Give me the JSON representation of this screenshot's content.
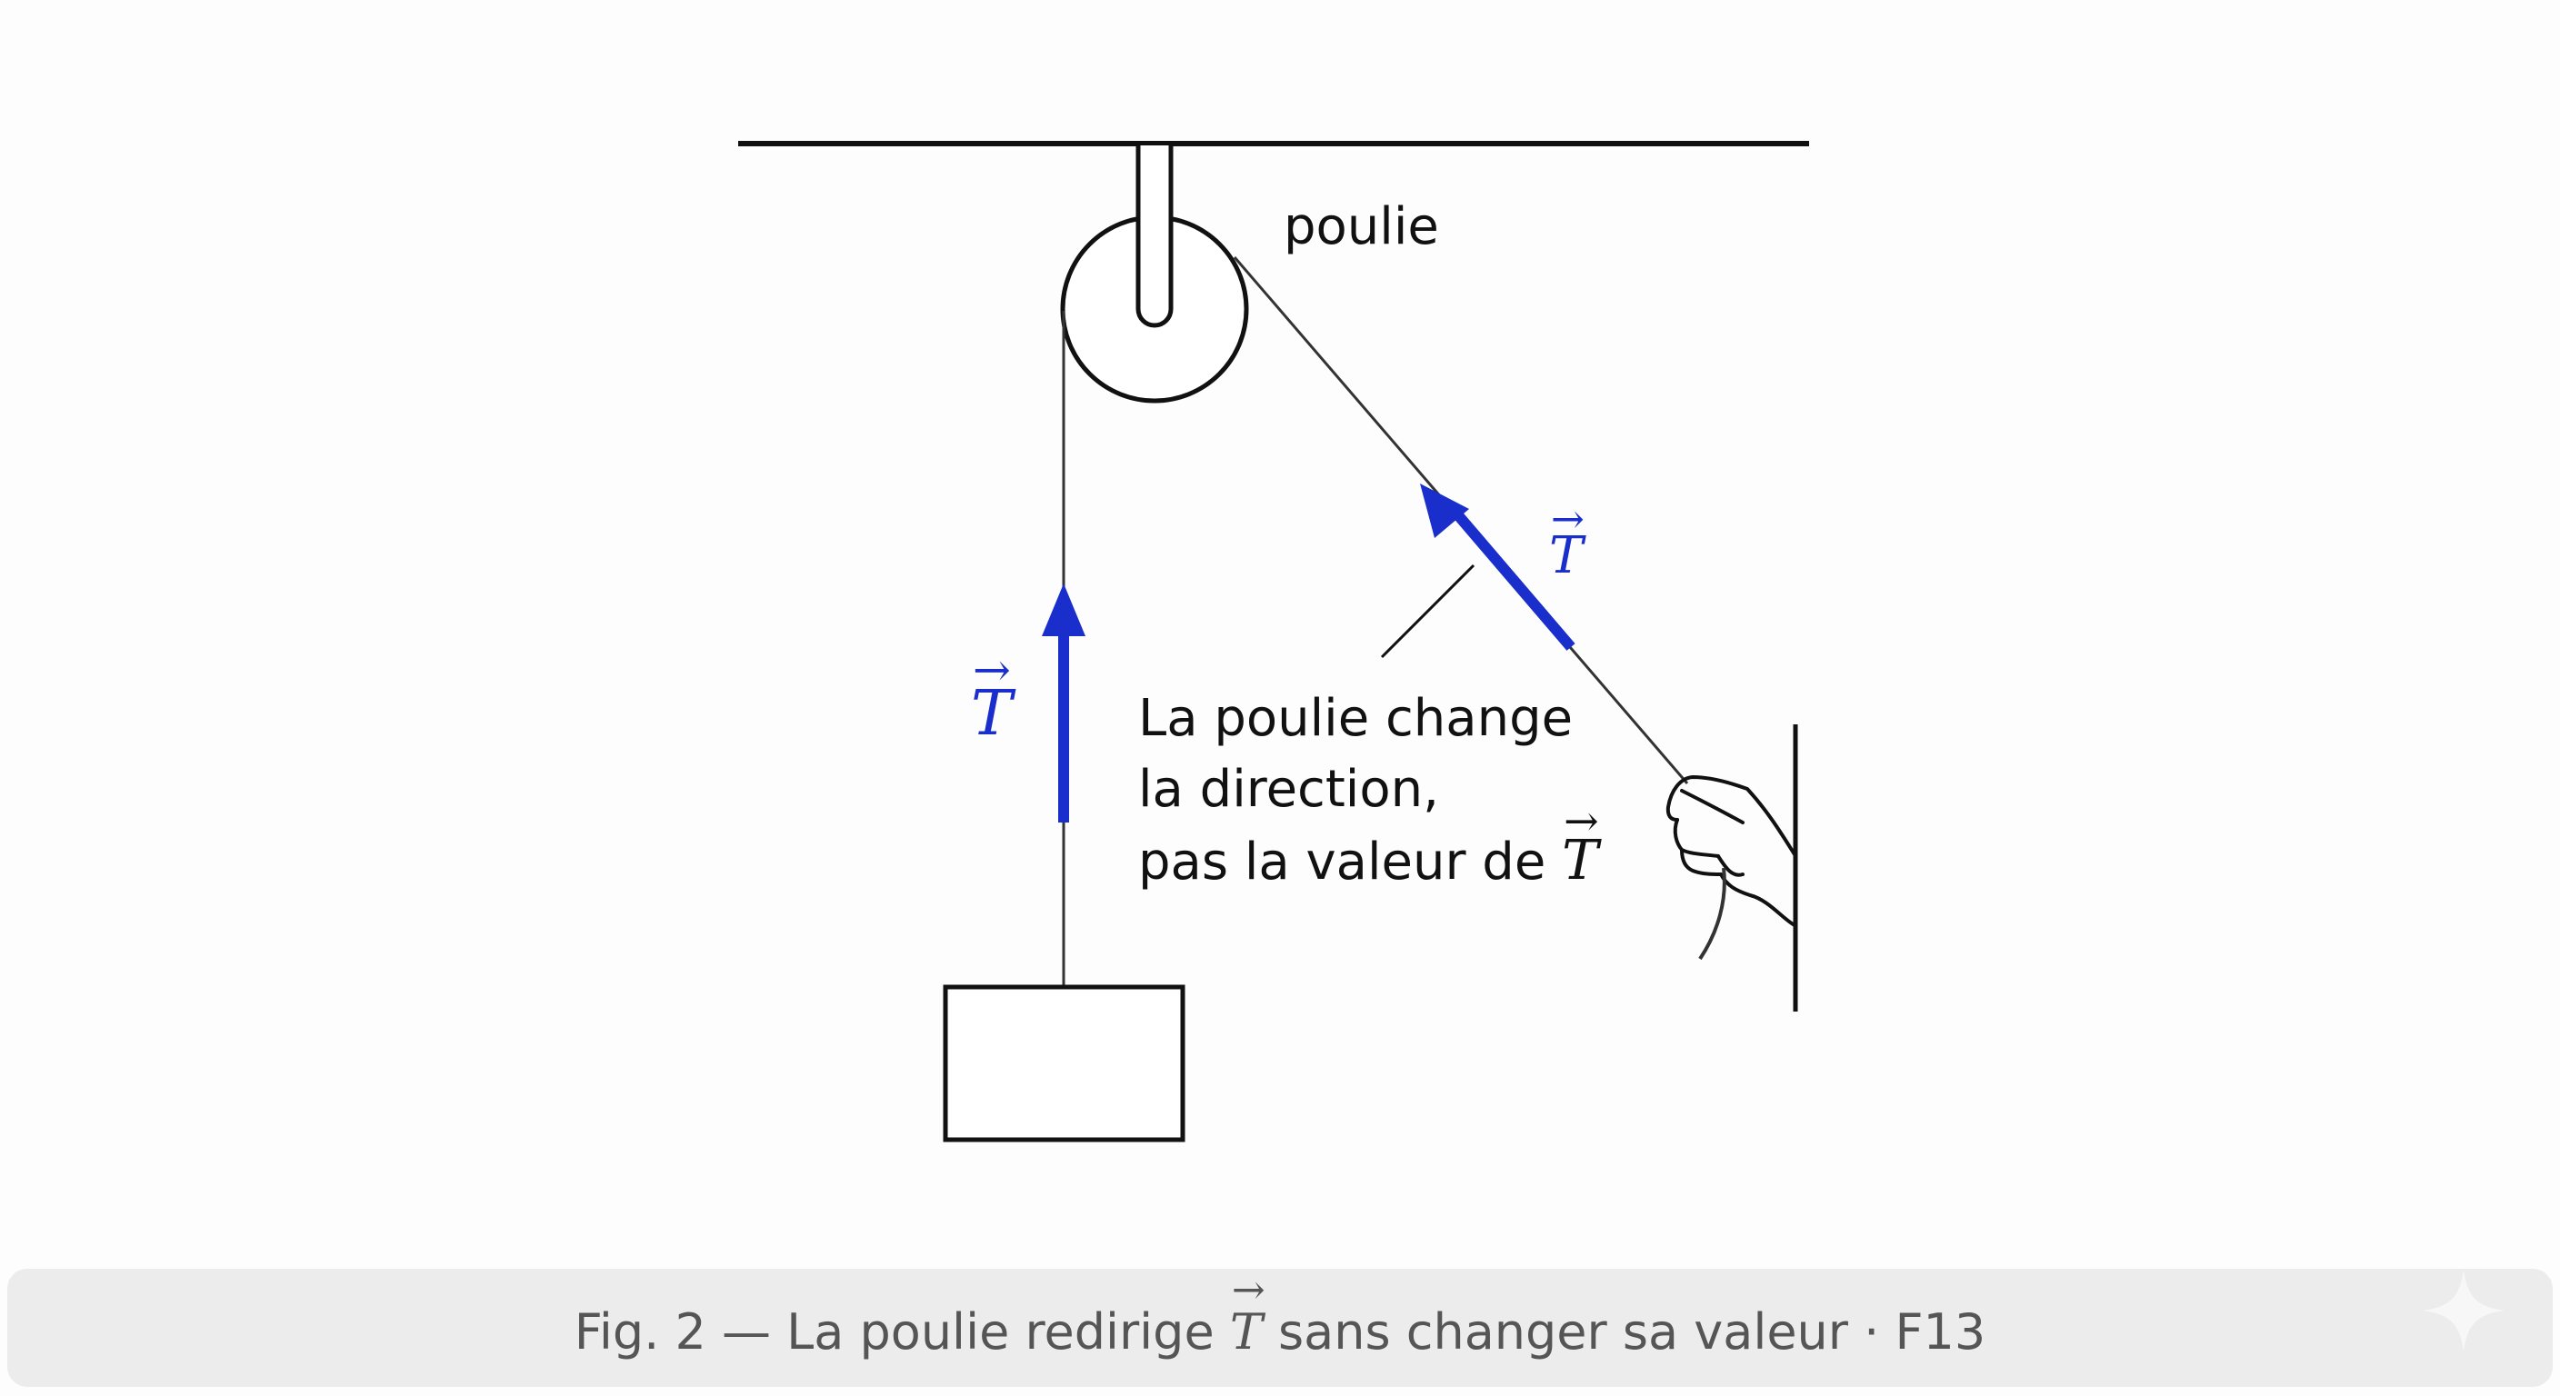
{
  "labels": {
    "pulley": "poulie",
    "tension_symbol": "T",
    "vector_arrow": "→",
    "note_line1": "La poulie change",
    "note_line2": "la direction,",
    "note_line3_prefix": "pas la valeur de "
  },
  "caption": {
    "prefix": "Fig. 2 — La poulie redirige ",
    "symbol": "T",
    "suffix": " sans changer sa valeur · F13"
  },
  "colors": {
    "vector_blue": "#1a2ecc",
    "line": "#111111",
    "rope": "#333333",
    "caption_bg": "#ececec",
    "caption_text": "#555555"
  },
  "icons": {
    "sparkle": "sparkle-icon"
  }
}
